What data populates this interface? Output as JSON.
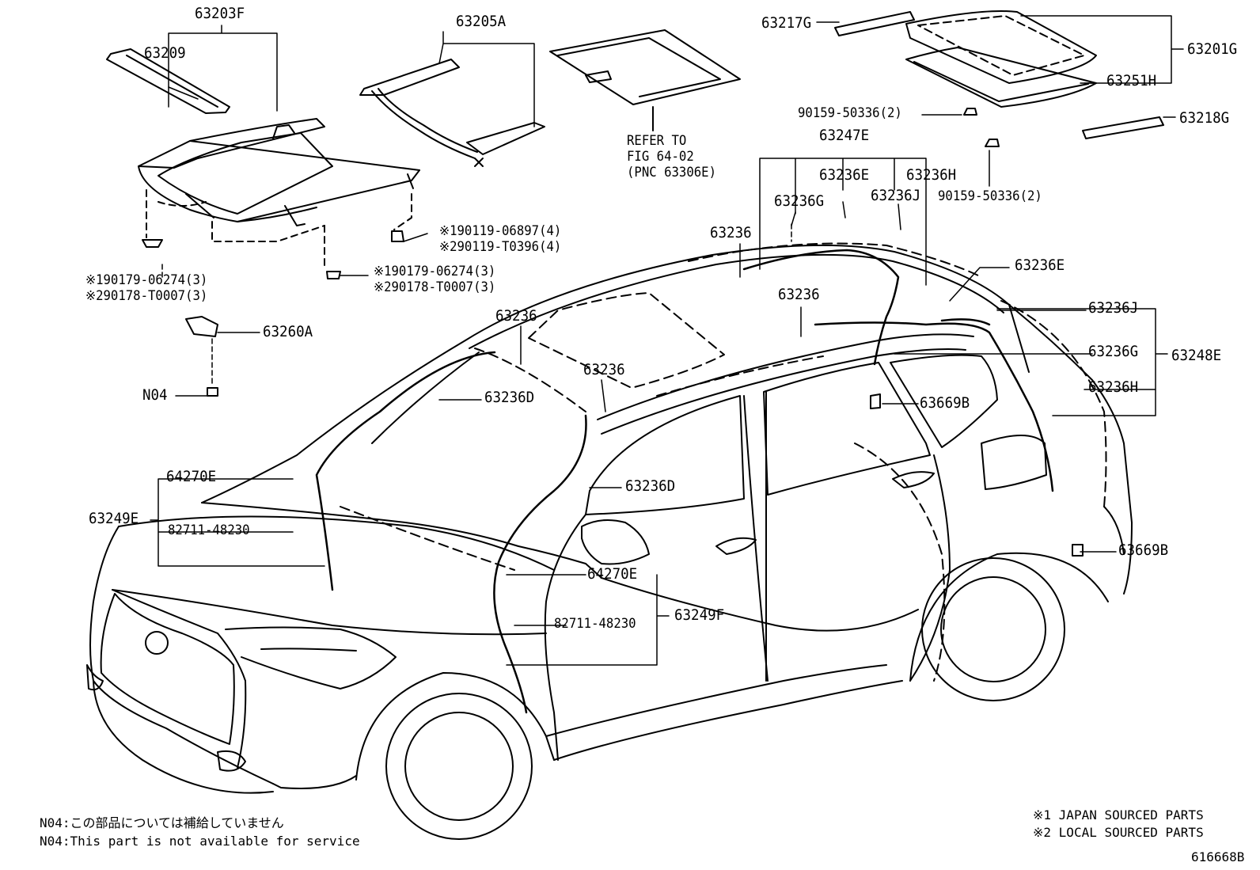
{
  "diagram": {
    "labels": {
      "l63203F": "63203F",
      "l63209": "63209",
      "l63205A": "63205A",
      "l63217G": "63217G",
      "l63201G": "63201G",
      "l63251H": "63251H",
      "l63218G": "63218G",
      "lclip1": "90159-50336(2)",
      "lclip2": "90159-50336(2)",
      "lref1": "REFER TO",
      "lref2": "FIG 64-02",
      "lref3": "(PNC 63306E)",
      "l63247E": "63247E",
      "l63236E_top": "63236E",
      "l63236H_top": "63236H",
      "l63236G_top": "63236G",
      "l63236J_top": "63236J",
      "l63236_a": "63236",
      "l63236_b": "63236",
      "l63236_c": "63236",
      "l63236_d": "63236",
      "l63236E_r": "63236E",
      "l63236J_r": "63236J",
      "l63236G_r": "63236G",
      "l63236H_r": "63236H",
      "l63248E": "63248E",
      "l63669B_a": "63669B",
      "l63669B_b": "63669B",
      "l63236D_a": "63236D",
      "l63236D_b": "63236D",
      "l64270E_a": "64270E",
      "l64270E_b": "64270E",
      "l63249E": "63249E",
      "l63249F": "63249F",
      "l82711_a": "82711-48230",
      "l82711_b": "82711-48230",
      "l63260A": "63260A",
      "lN04": "N04",
      "ls1a": "※190119-06897(4)",
      "ls1b": "※290119-T0396(4)",
      "ls2a": "※190179-06274(3)",
      "ls2b": "※290178-T0007(3)",
      "ls3a": "※190179-06274(3)",
      "ls3b": "※290178-T0007(3)",
      "note_jp": "N04:この部品については補給していません",
      "note_en": "N04:This part is not available for service",
      "legend1": "※1 JAPAN SOURCED PARTS",
      "legend2": "※2 LOCAL SOURCED PARTS",
      "figure_id": "616668B"
    }
  }
}
